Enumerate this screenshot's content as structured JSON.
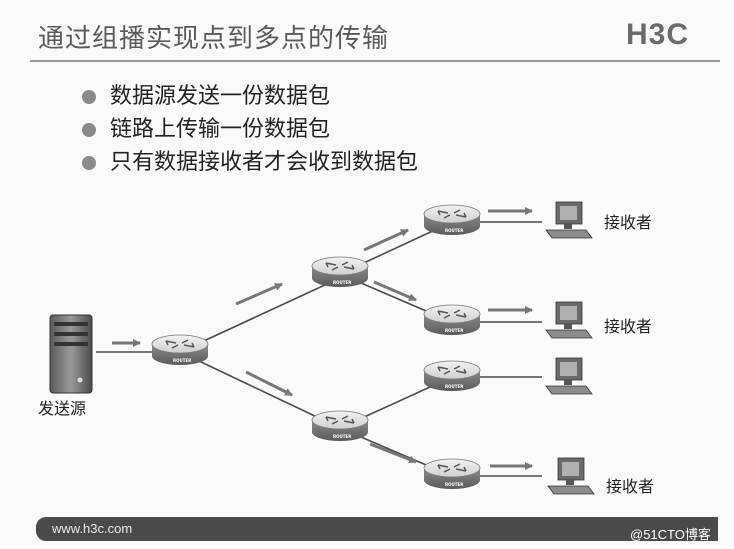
{
  "header": {
    "title": "通过组播实现点到多点的传输",
    "logo": "H3C"
  },
  "bullets": [
    "数据源发送一份数据包",
    "链路上传输一份数据包",
    "只有数据接收者才会收到数据包"
  ],
  "diagram": {
    "source_label": "发送源",
    "router_label": "ROUTER",
    "receivers": [
      {
        "label": "接收者"
      },
      {
        "label": "接收者"
      },
      {
        "label": ""
      },
      {
        "label": "接收者"
      }
    ]
  },
  "footer": {
    "url": "www.h3c.com"
  },
  "watermark": "@51CTO博客",
  "colors": {
    "line": "#4a4a4a",
    "flow_arrow": "#777777",
    "router_top": "#e8e8e8",
    "router_side": "#7a7a7a",
    "footer_bg": "#4a4a4a"
  }
}
